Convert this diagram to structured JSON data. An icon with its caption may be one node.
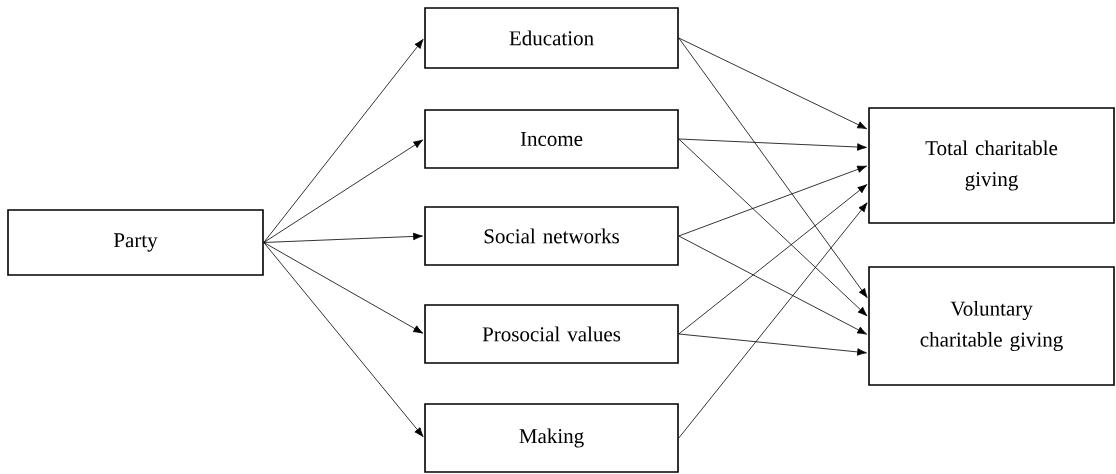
{
  "diagram": {
    "nodes": [
      {
        "text": [
          "Party"
        ]
      },
      {
        "text": [
          "Education"
        ]
      },
      {
        "text": [
          "Income"
        ]
      },
      {
        "text": [
          "Social networks"
        ]
      },
      {
        "text": [
          "Prosocial values"
        ]
      },
      {
        "text": [
          "Making"
        ]
      },
      {
        "text": [
          "Total charitable giving"
        ]
      },
      {
        "text": [
          "Voluntary charitable giving"
        ]
      }
    ],
    "edges": [
      {
        "from": 0,
        "to": 1,
        "arrow": "to"
      },
      {
        "from": 0,
        "to": 2,
        "arrow": "to"
      },
      {
        "from": 0,
        "to": 3,
        "arrow": "to"
      },
      {
        "from": 0,
        "to": 4,
        "arrow": "to"
      },
      {
        "from": 0,
        "to": 5,
        "arrow": "to"
      },
      {
        "from": 1,
        "to": 6,
        "arrow": "to"
      },
      {
        "from": 1,
        "to": 7,
        "arrow": "to"
      },
      {
        "from": 2,
        "to": 6,
        "arrow": "to"
      },
      {
        "from": 2,
        "to": 7,
        "arrow": "to"
      },
      {
        "from": 3,
        "to": 6,
        "arrow": "to"
      },
      {
        "from": 3,
        "to": 7,
        "arrow": "to"
      },
      {
        "from": 4,
        "to": 6,
        "arrow": "to"
      },
      {
        "from": 4,
        "to": 7,
        "arrow": "to"
      },
      {
        "from": 5,
        "to": 6,
        "arrow": "to"
      }
    ]
  }
}
